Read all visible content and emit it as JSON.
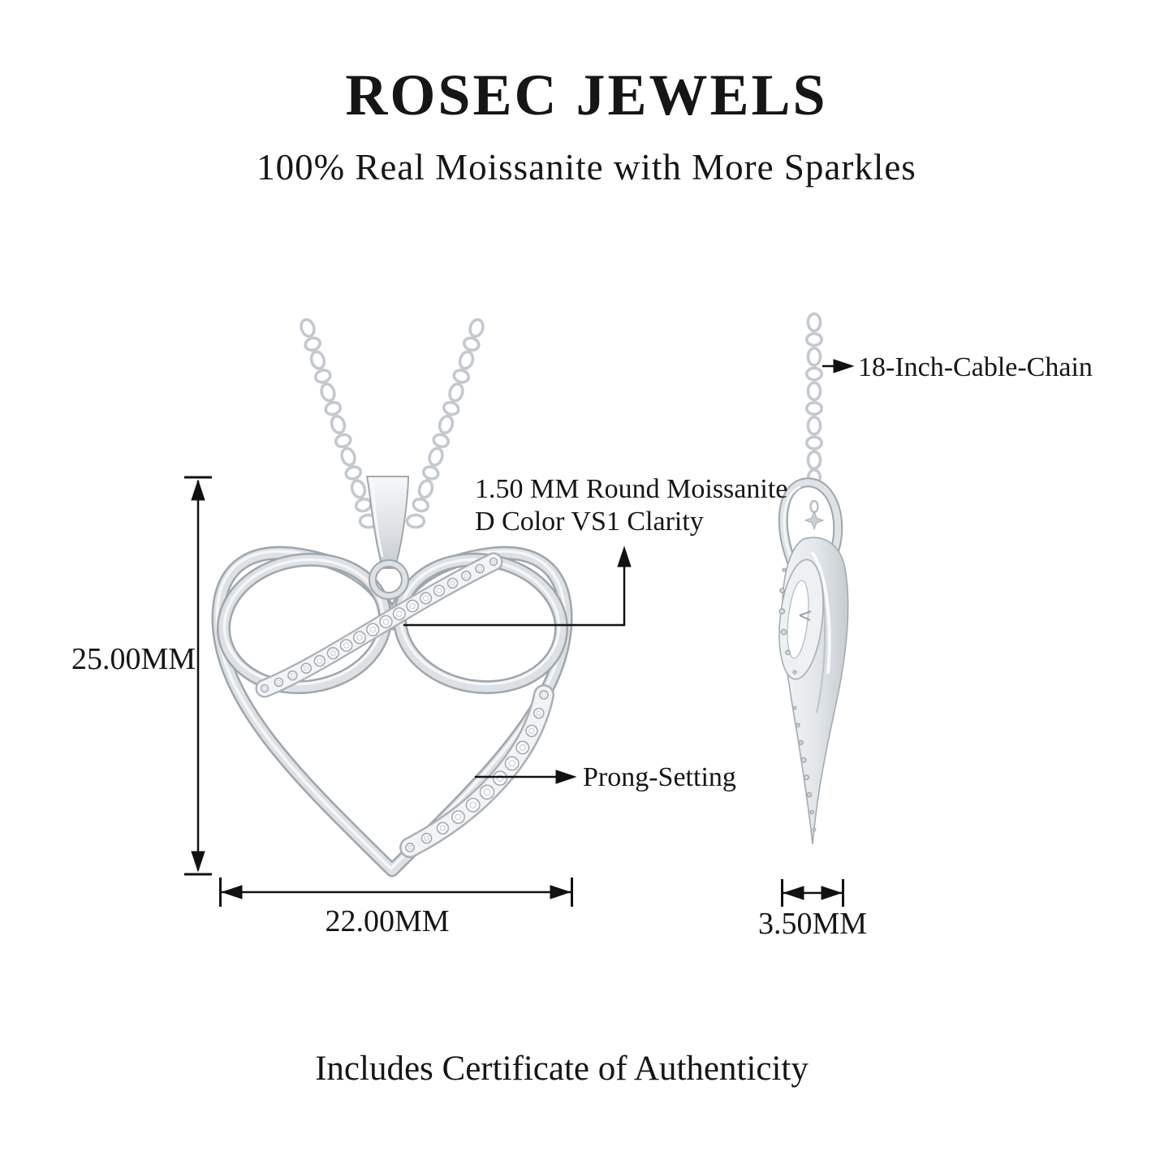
{
  "header": {
    "brand": "ROSEC JEWELS",
    "tagline": "100% Real Moissanite with More Sparkles"
  },
  "callouts": {
    "chain": "18-Inch-Cable-Chain",
    "stone_line1": "1.50 MM Round Moissanite",
    "stone_line2": "D Color VS1 Clarity",
    "setting": "Prong-Setting"
  },
  "dims": {
    "height": "25.00MM",
    "width": "22.00MM",
    "depth": "3.50MM"
  },
  "footer": {
    "note": "Includes Certificate of Authenticity"
  },
  "colors": {
    "ink": "#161616",
    "line": "#111111",
    "metal_edge": "#9ea6ad",
    "metal_body": "#dde1e4",
    "metal_highlight": "#f8fafb",
    "stone_stroke": "#a0a7ae",
    "chain": "#c3c9cf"
  }
}
